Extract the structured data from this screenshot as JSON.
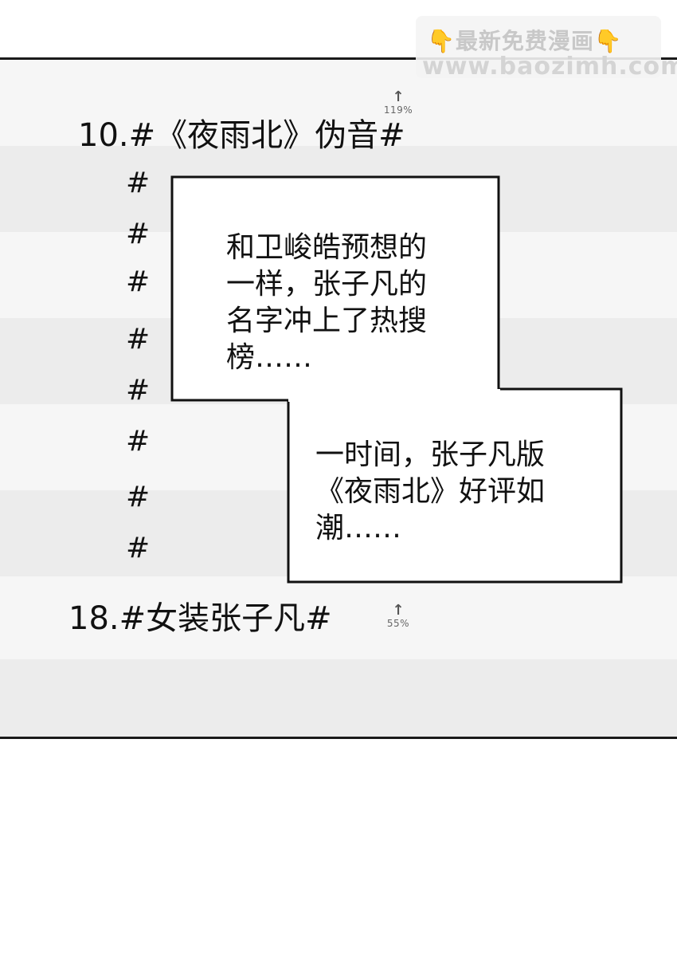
{
  "watermark": {
    "title": "最新免费漫画",
    "hand_icon": "👇",
    "url": "www.baozimh.com"
  },
  "list": {
    "first": {
      "rank_label": "10.#《夜雨北》伪音#",
      "trend_arrow": "↑",
      "trend_pct": "119%"
    },
    "hidden_hash": [
      "#",
      "#",
      "#",
      "#",
      "#",
      "#",
      "#",
      "#"
    ],
    "last": {
      "rank_label": "18.#女装张子凡#",
      "trend_arrow": "↑",
      "trend_pct": "55%"
    }
  },
  "bubbles": {
    "first": {
      "lines": [
        "和卫峻皓预想的",
        "一样，张子凡的",
        "名字冲上了热搜",
        "榜……"
      ]
    },
    "second": {
      "lines": [
        "一时间，张子凡版",
        "《夜雨北》好评如",
        "潮……"
      ]
    }
  }
}
